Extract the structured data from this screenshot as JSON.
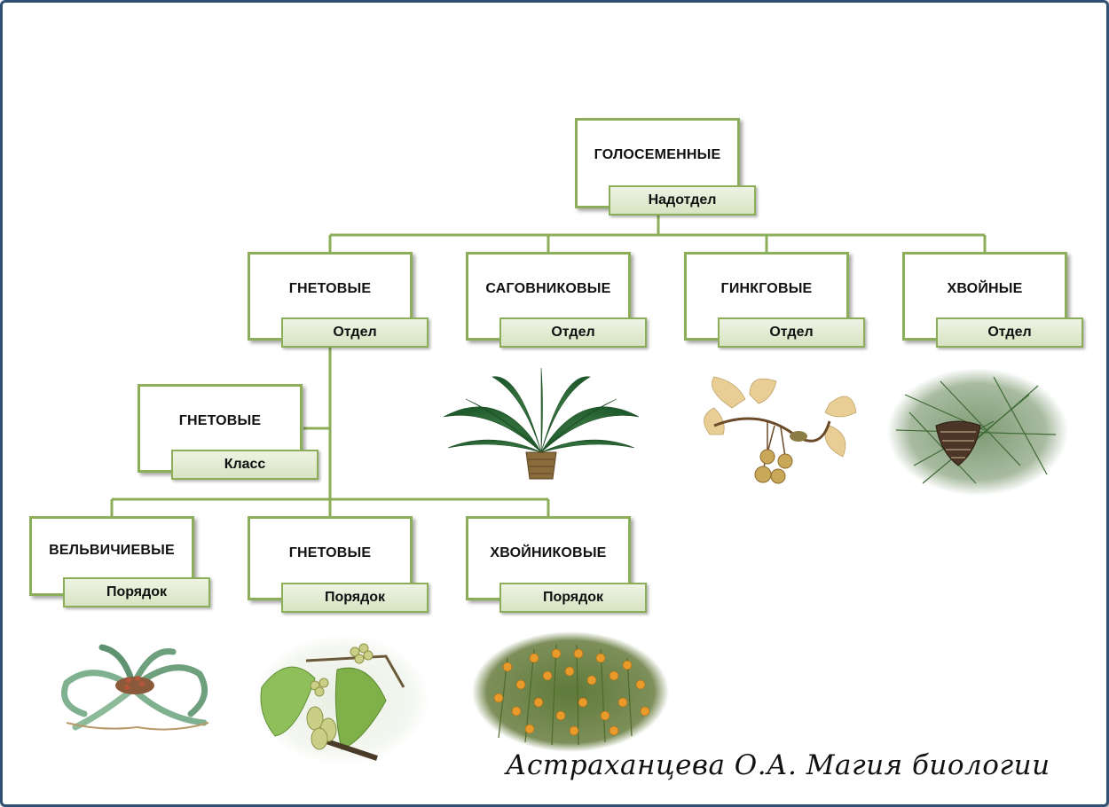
{
  "root": {
    "title": "ГОЛОСЕМЕННЫЕ",
    "rank": "Надотдел"
  },
  "divisions": [
    {
      "title": "ГНЕТОВЫЕ",
      "rank": "Отдел"
    },
    {
      "title": "САГОВНИКОВЫЕ",
      "rank": "Отдел"
    },
    {
      "title": "ГИНКГОВЫЕ",
      "rank": "Отдел"
    },
    {
      "title": "ХВОЙНЫЕ",
      "rank": "Отдел"
    }
  ],
  "class": {
    "title": "ГНЕТОВЫЕ",
    "rank": "Класс"
  },
  "orders": [
    {
      "title": "ВЕЛЬВИЧИЕВЫЕ",
      "rank": "Порядок"
    },
    {
      "title": "ГНЕТОВЫЕ",
      "rank": "Порядок"
    },
    {
      "title": "ХВОЙНИКОВЫЕ",
      "rank": "Порядок"
    }
  ],
  "images": [
    "cycad-image",
    "ginkgo-image",
    "pine-cone-image",
    "welwitschia-image",
    "gnetum-image",
    "ephedra-image"
  ],
  "colors": {
    "box_border": "#8cae58",
    "tag_fill": "#d7e4c2",
    "frame": "#2f4f73"
  },
  "credit": "Астраханцева О.А. Магия биологии"
}
